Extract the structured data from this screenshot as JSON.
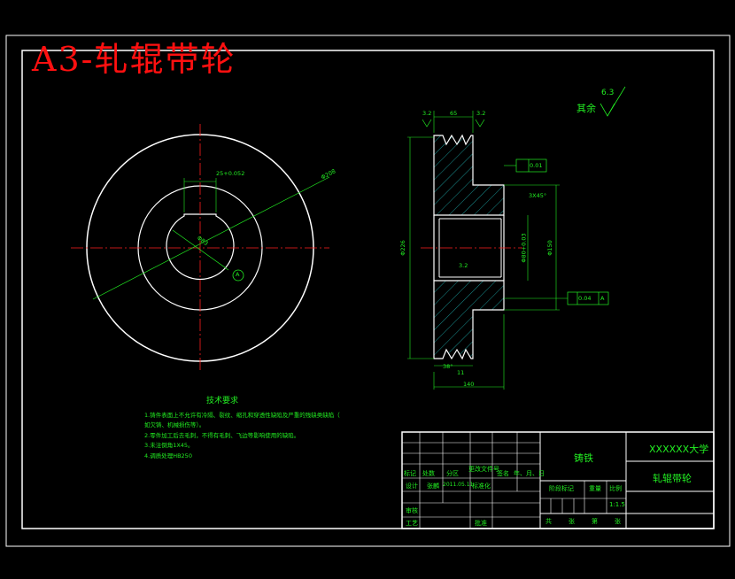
{
  "drawing": {
    "title": "A3-轧辊带轮",
    "tech_requirements": {
      "heading": "技术要求",
      "items": [
        "1.铸件表面上不允许有冷隔、裂纹、缩孔和穿透性缺陷及严重的残缺类缺陷（",
        "如欠铸、机械损伤等）。",
        "2.零件加工后去毛刺，不得有毛刺、飞边等影响使用的缺陷。",
        "3.未注倒角1X45。",
        "4.调质处理HB250"
      ]
    },
    "roughness_note": {
      "label": "其余",
      "value": "6.3"
    },
    "front_view": {
      "diameter_label": "Φ208",
      "keyway_label": "25+0.052",
      "bore_label": "Φ83",
      "datum": "A"
    },
    "section_view": {
      "top_left": "3.2",
      "top_width": "65",
      "top_right": "3.2",
      "runout": "0.01",
      "chamfer": "3X45°",
      "bore_tol": "Φ80+0.03",
      "outer_dia": "Φ150",
      "left_dia": "Φ226",
      "inner_rough": "3.2",
      "perp": "0.04",
      "datum": "A",
      "groove_angle": "38°",
      "bottom_small": "11",
      "bottom_len": "140"
    },
    "title_block": {
      "material": "铸铁",
      "university": "XXXXXX大学",
      "part_name": "轧辊带轮",
      "row_marks": "标记",
      "row_count": "处数",
      "row_zone": "分区",
      "row_docno": "更改文件号",
      "row_sign": "签名",
      "row_ymd": "年、月、日",
      "design": "设计",
      "designer": "张麟",
      "date": "2011.05.11",
      "standard": "标准化",
      "stage_mark": "阶段标记",
      "weight": "重量",
      "scale_label": "比例",
      "scale": "1:1.5",
      "review": "审核",
      "process": "工艺",
      "approve": "批准",
      "sheets_total": "共",
      "sheets_word": "张",
      "sheet_no": "第",
      "sheet_word": "张"
    }
  },
  "colors": {
    "background": "#000000",
    "outline": "#ffffff",
    "dimension": "#22ee22",
    "centerline": "#ff2020",
    "title": "#ff1010",
    "hatch": "#22cccc"
  }
}
